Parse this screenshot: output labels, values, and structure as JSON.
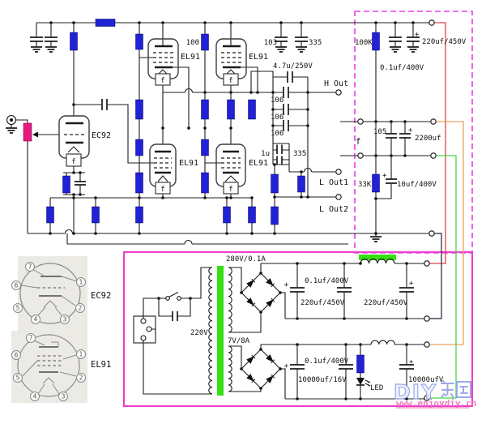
{
  "colors": {
    "resistor_blue": "#2121d6",
    "potentiometer_magenta": "#e6197e",
    "dashed_box_magenta": "#ea3dea",
    "solid_box_pink": "#f03ccc",
    "transformer_core_green": "#35df12",
    "wire_red": "#e04343",
    "wire_green": "#43d843",
    "wire_orange": "#eda05c",
    "watermark_blue": "#93a0e8",
    "watermark_pink": "#ef6db8"
  },
  "sym": {
    "plus": "+"
  },
  "amp": {
    "tube_triode": "EC92",
    "tube_pentode": "EL91",
    "filament": "f",
    "r_screen": "100",
    "c_103": "103",
    "c_335": "335",
    "c_47u": "4.7u/250V",
    "c_106a": "106",
    "c_106b": "106",
    "c_106c": "106",
    "c_1u": "1u",
    "c_335b": "335",
    "out_h": "H Out",
    "out_l1": "L Out1",
    "out_l2": "L Out2"
  },
  "bplus_filter": {
    "r1": "100K",
    "c1": "0.1uf/400V",
    "c2": "220uf/450V",
    "label_f": "f",
    "c3": "105",
    "c4": "2200uf",
    "r2": "33K",
    "c5": "10uf/400V"
  },
  "psu": {
    "sec_hv": "280V/0.1A",
    "primary": "220V",
    "sec_fil": "7V/8A",
    "hv_c_film": "0.1uf/400V",
    "hv_c1": "220uf/450V",
    "hv_c2": "220uf/450V",
    "fil_c_film": "0.1uf/400V",
    "fil_c1": "10000uf/16V",
    "fil_c2": "10000ufV",
    "led": "LED"
  },
  "pinout": {
    "ec92": "EC92",
    "el91": "EL91",
    "pins": [
      "1",
      "2",
      "3",
      "4",
      "5",
      "6",
      "7"
    ]
  },
  "watermark": {
    "logo_text": "DIY乐园",
    "site": "www.enjoydiy.cn"
  }
}
